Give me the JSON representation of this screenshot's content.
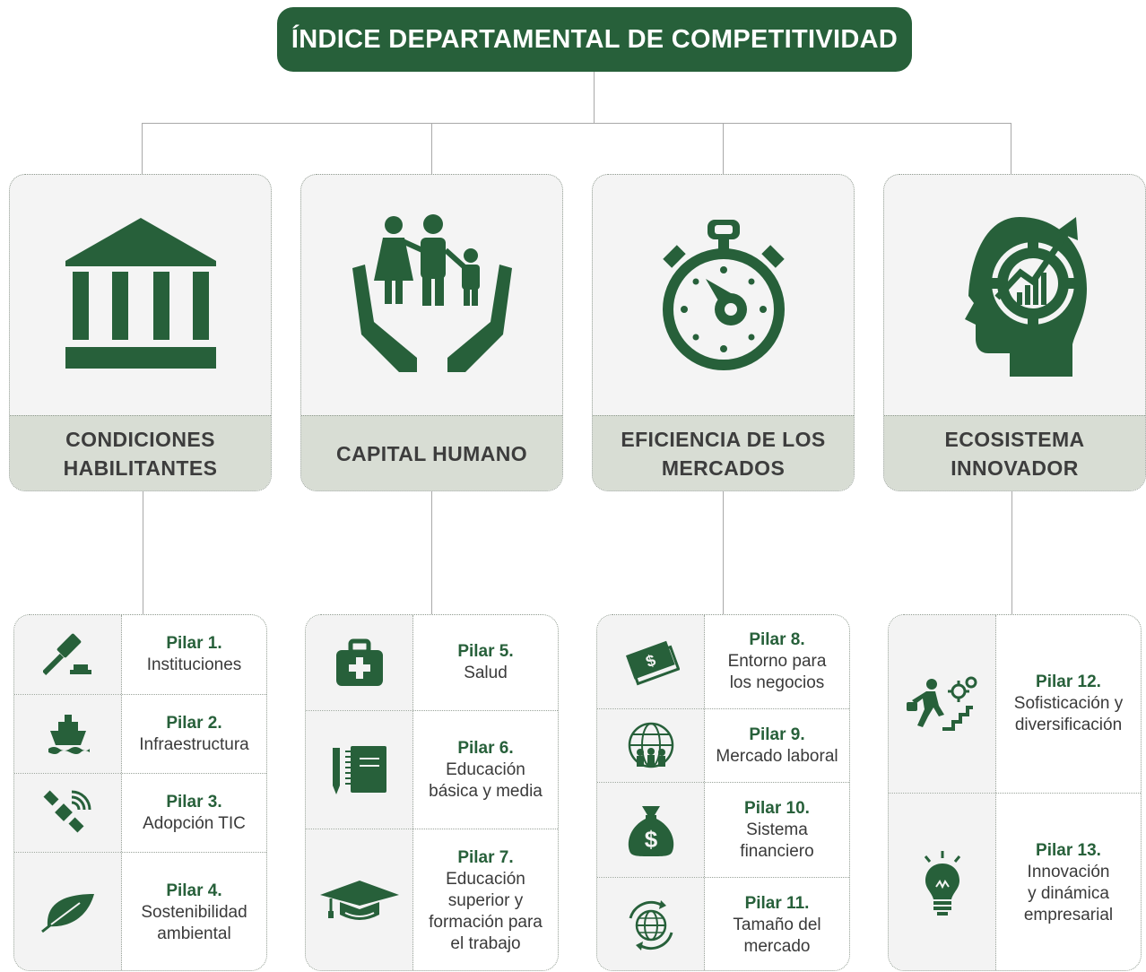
{
  "title": "ÍNDICE DEPARTAMENTAL DE COMPETITIVIDAD",
  "colors": {
    "primary_green": "#27603a",
    "caption_bg": "#d8ddd4",
    "panel_bg": "#f4f4f4"
  },
  "factors": [
    {
      "line1": "CONDICIONES",
      "line2": "HABILITANTES",
      "icon": "bank-building-icon",
      "pillars": [
        {
          "num": "Pilar 1.",
          "text": [
            "Instituciones"
          ],
          "icon": "gavel-icon"
        },
        {
          "num": "Pilar 2.",
          "text": [
            "Infraestructura"
          ],
          "icon": "ship-icon"
        },
        {
          "num": "Pilar 3.",
          "text": [
            "Adopción TIC"
          ],
          "icon": "satellite-icon"
        },
        {
          "num": "Pilar 4.",
          "text": [
            "Sostenibilidad",
            "ambiental"
          ],
          "icon": "leaf-icon"
        }
      ]
    },
    {
      "line1": "CAPITAL HUMANO",
      "line2": "",
      "icon": "family-hands-icon",
      "pillars": [
        {
          "num": "Pilar 5.",
          "text": [
            "Salud"
          ],
          "icon": "medical-kit-icon"
        },
        {
          "num": "Pilar 6.",
          "text": [
            "Educación",
            "básica y media"
          ],
          "icon": "notebook-icon"
        },
        {
          "num": "Pilar 7.",
          "text": [
            "Educación",
            "superior y",
            "formación para",
            "el trabajo"
          ],
          "icon": "graduation-cap-icon"
        }
      ]
    },
    {
      "line1": "EFICIENCIA DE LOS",
      "line2": "MERCADOS",
      "icon": "stopwatch-icon",
      "pillars": [
        {
          "num": "Pilar 8.",
          "text": [
            "Entorno para",
            "los negocios"
          ],
          "icon": "money-bills-icon"
        },
        {
          "num": "Pilar 9.",
          "text": [
            "Mercado laboral"
          ],
          "icon": "global-workers-icon"
        },
        {
          "num": "Pilar 10.",
          "text": [
            "Sistema",
            "financiero"
          ],
          "icon": "money-bag-icon"
        },
        {
          "num": "Pilar 11.",
          "text": [
            "Tamaño del",
            "mercado"
          ],
          "icon": "globe-cycle-icon"
        }
      ]
    },
    {
      "line1": "ECOSISTEMA",
      "line2": "INNOVADOR",
      "icon": "head-gear-growth-icon",
      "pillars": [
        {
          "num": "Pilar 12.",
          "text": [
            "Sofisticación y",
            "diversificación"
          ],
          "icon": "stairs-gears-icon"
        },
        {
          "num": "Pilar 13.",
          "text": [
            "Innovación",
            "y dinámica",
            "empresarial"
          ],
          "icon": "lightbulb-icon"
        }
      ]
    }
  ]
}
